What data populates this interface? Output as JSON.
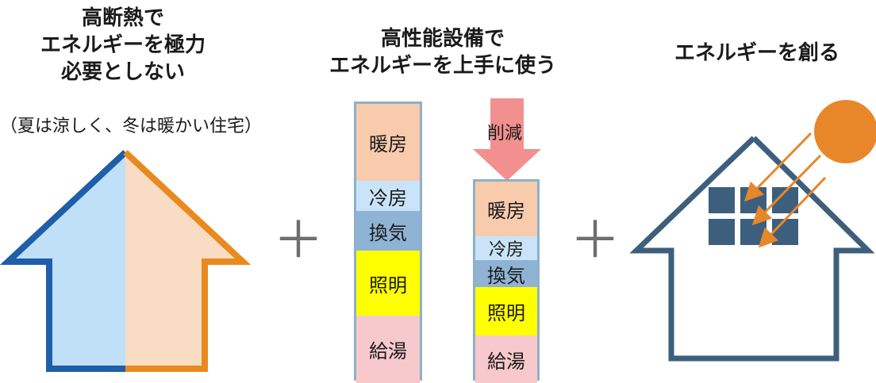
{
  "panels": {
    "insulation": {
      "title_lines": [
        "高断熱で",
        "エネルギーを極力",
        "必要としない"
      ],
      "note": "（夏は涼しく、冬は暖かい住宅）"
    },
    "efficiency": {
      "title_lines": [
        "高性能設備で",
        "エネルギーを上手に使う"
      ],
      "reduction_label": "削減",
      "before_stack": [
        {
          "label": "暖房",
          "color": "#f8cbad"
        },
        {
          "label": "冷房",
          "color": "#c9e4f8"
        },
        {
          "label": "換気",
          "color": "#8fb3d4"
        },
        {
          "label": "照明",
          "color": "#ffff00"
        },
        {
          "label": "給湯",
          "color": "#f8c9cc"
        }
      ],
      "after_stack": [
        {
          "label": "暖房",
          "color": "#f8cbad"
        },
        {
          "label": "冷房",
          "color": "#c9e4f8"
        },
        {
          "label": "換気",
          "color": "#8fb3d4"
        },
        {
          "label": "照明",
          "color": "#ffff00"
        },
        {
          "label": "給湯",
          "color": "#f8c9cc"
        }
      ]
    },
    "generation": {
      "title": "エネルギーを創る"
    }
  },
  "plus_signs": [
    "＋",
    "＋"
  ],
  "colors": {
    "cool_blue": "#1f5ea8",
    "cool_fill": "#bfe0f7",
    "warm_orange": "#e98a1f",
    "warm_fill": "#f9dcc4",
    "house_outline": "#3d5f7e",
    "solar_panel": "#3d5f7e",
    "sun": "#e8862a",
    "sun_ray": "#e8862a",
    "arrow_fill": "#f2908f"
  },
  "icons": [
    "house-icon",
    "sun-icon",
    "solar-panel-icon",
    "down-arrow-icon"
  ]
}
